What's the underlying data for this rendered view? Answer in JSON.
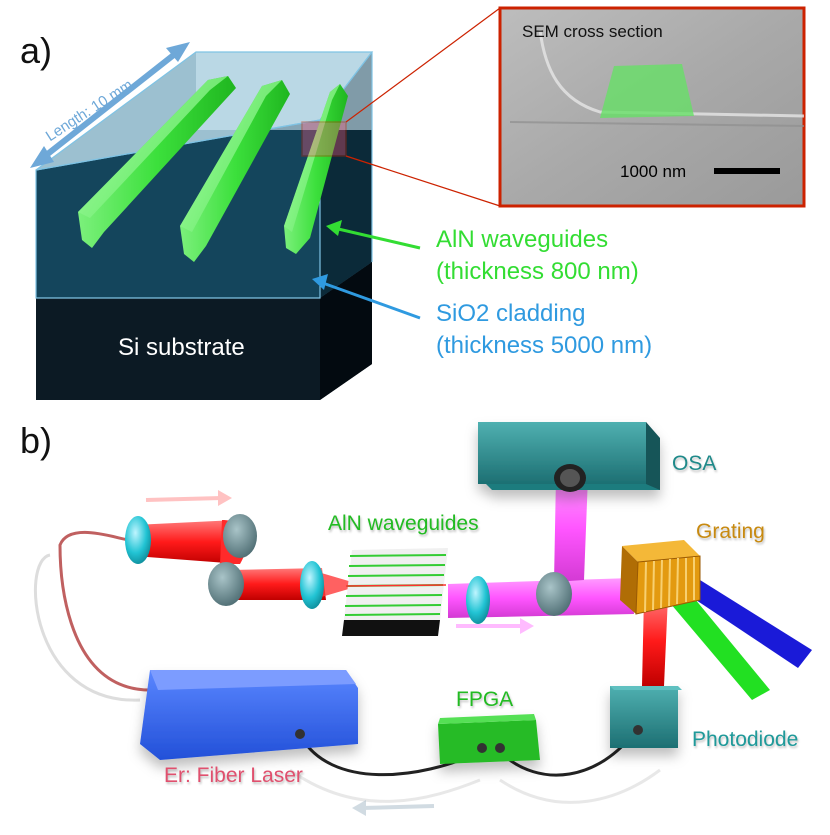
{
  "panel_a": {
    "letter": "a)",
    "length_label": "Length: 10 mm",
    "sem_title": "SEM cross section",
    "scale_bar_label": "1000 nm",
    "substrate_label": "Si substrate",
    "waveguide_label_1": "AlN waveguides",
    "waveguide_label_2": "(thickness 800 nm)",
    "cladding_label_1": "SiO2 cladding",
    "cladding_label_2": "(thickness 5000 nm)"
  },
  "panel_b": {
    "letter": "b)",
    "osa": "OSA",
    "grating": "Grating",
    "waveguides": "AlN waveguides",
    "fpga": "FPGA",
    "photodiode": "Photodiode",
    "laser": "Er: Fiber Laser"
  },
  "colors": {
    "waveguide_green": "#33dd33",
    "cladding_blue": "#2f9ae0",
    "laser_pink": "#e0506e",
    "osa_teal": "#2a8a8a",
    "grating_orange": "#e39a10",
    "fpga_green": "#22aa22",
    "laser_box_blue": "#3060e0",
    "sem_frame_red": "#cc2200"
  }
}
